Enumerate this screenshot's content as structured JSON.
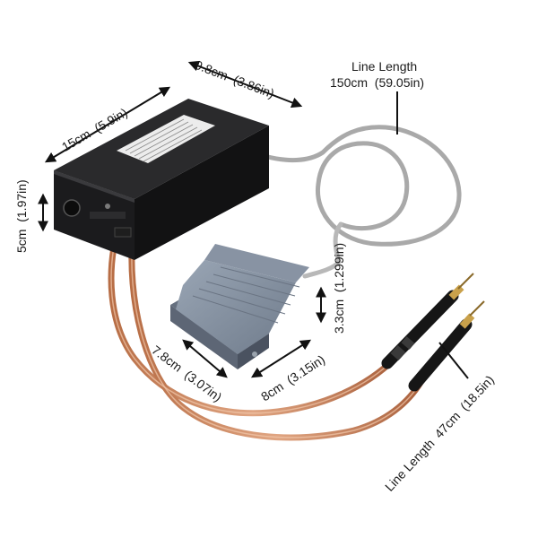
{
  "colors": {
    "background": "#ffffff",
    "box_body": "#1c1c1e",
    "box_label": "#e9e9e9",
    "pedal_body": "#7f8c9e",
    "cable_grey": "#b7b7b7",
    "copper_cable": "#c9825a",
    "pen_black": "#151515",
    "pen_tip": "#c8a04a",
    "dimension_arrow": "#111111"
  },
  "dimensions": {
    "box_length": "15cm  (5.9in)",
    "box_width": "9.8cm  (3.86in)",
    "box_height": "5cm  (1.97in)",
    "pedal_length": "7.8cm  (3.07in)",
    "pedal_width": "8cm  (3.15in)",
    "pedal_height": "3.3cm  (1.299in)"
  },
  "line_lengths": {
    "pedal_cable_title": "Line Length",
    "pedal_cable_value": "150cm  (59.05in)",
    "pen_cable": "Line Length  47cm  (18.5in)"
  }
}
